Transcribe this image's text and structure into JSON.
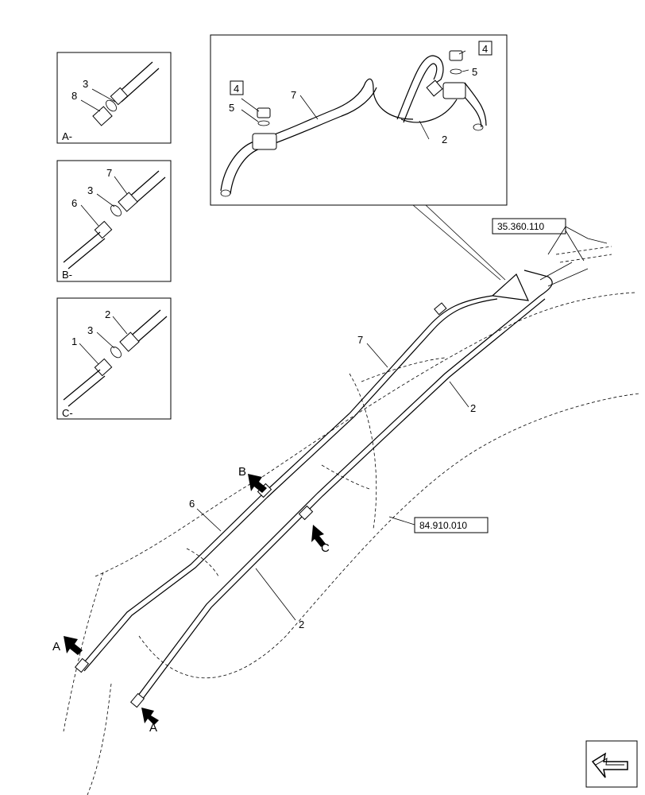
{
  "detail_views": {
    "a": {
      "caption": "A-",
      "callouts": [
        "3",
        "8"
      ]
    },
    "b": {
      "caption": "B-",
      "callouts": [
        "7",
        "3",
        "6"
      ]
    },
    "c": {
      "caption": "C-",
      "callouts": [
        "2",
        "3",
        "1"
      ]
    }
  },
  "inset": {
    "boxed_callout_left": "4",
    "boxed_callout_right": "4",
    "callouts": [
      "5",
      "7",
      "5",
      "2"
    ]
  },
  "references": {
    "top_right": "35.360.110",
    "middle_right": "84.910.010"
  },
  "main_callouts": {
    "seven": "7",
    "two_upper": "2",
    "six": "6",
    "two_lower": "2"
  },
  "section_markers": {
    "b": "B",
    "c": "C",
    "a_left": "A",
    "a_bottom": "A"
  },
  "icons": [
    "arrow-icon",
    "navigation-arrow-icon"
  ]
}
